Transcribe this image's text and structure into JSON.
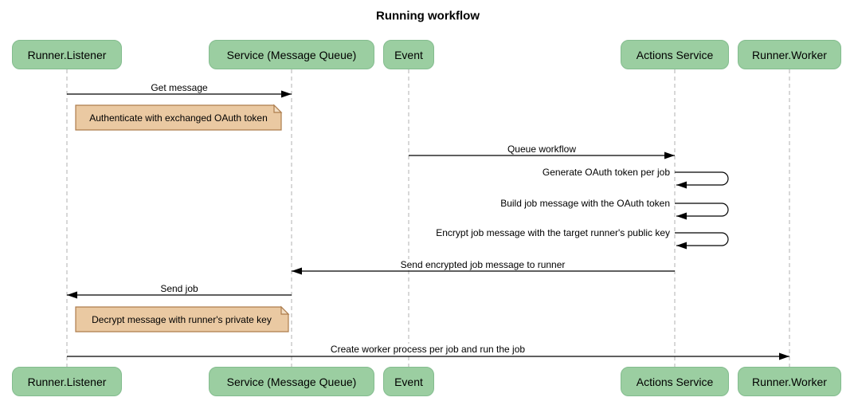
{
  "title": "Running workflow",
  "participants": [
    {
      "name": "Runner.Listener"
    },
    {
      "name": "Service (Message Queue)"
    },
    {
      "name": "Event"
    },
    {
      "name": "Actions Service"
    },
    {
      "name": "Runner.Worker"
    }
  ],
  "messages": [
    {
      "kind": "arrow",
      "label": "Get message",
      "from": "Runner.Listener",
      "to": "Service (Message Queue)",
      "direction": "right"
    },
    {
      "kind": "note",
      "label": "Authenticate with exchanged OAuth token",
      "over": "Runner.Listener"
    },
    {
      "kind": "arrow",
      "label": "Queue workflow",
      "from": "Event",
      "to": "Actions Service",
      "direction": "right"
    },
    {
      "kind": "self",
      "label": "Generate OAuth token per job",
      "on": "Actions Service"
    },
    {
      "kind": "self",
      "label": "Build job message with the OAuth token",
      "on": "Actions Service"
    },
    {
      "kind": "self",
      "label": "Encrypt job message with the target runner's public key",
      "on": "Actions Service"
    },
    {
      "kind": "arrow",
      "label": "Send encrypted job message to runner",
      "from": "Actions Service",
      "to": "Service (Message Queue)",
      "direction": "left"
    },
    {
      "kind": "arrow",
      "label": "Send job",
      "from": "Service (Message Queue)",
      "to": "Runner.Listener",
      "direction": "left"
    },
    {
      "kind": "note",
      "label": "Decrypt message with runner's private key",
      "over": "Runner.Listener"
    },
    {
      "kind": "arrow",
      "label": "Create worker process per job and run the job",
      "from": "Runner.Listener",
      "to": "Runner.Worker",
      "direction": "right"
    }
  ],
  "colors": {
    "participant_fill": "#9bcea1",
    "participant_border": "#83bc8e",
    "note_fill": "#eac9a2",
    "note_border": "#ad7d4d",
    "lifeline": "#b0b0b0",
    "line": "#000000",
    "background": "#ffffff"
  }
}
